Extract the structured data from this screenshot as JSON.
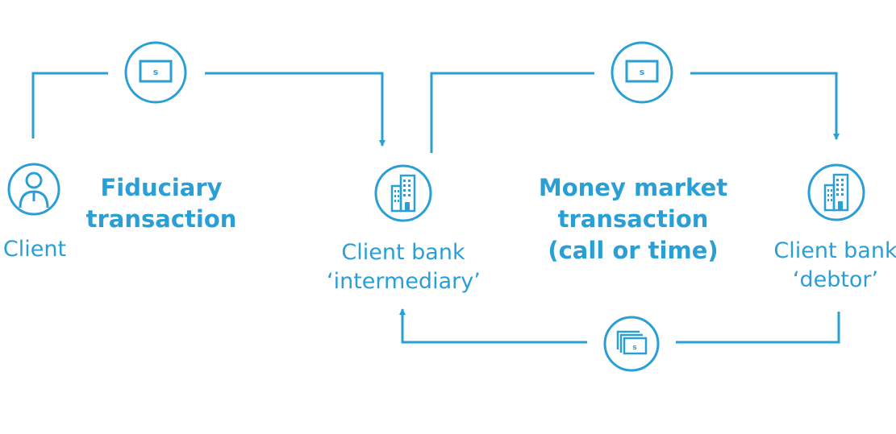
{
  "colors": {
    "accent": "#2a9fd6",
    "background": "#ffffff"
  },
  "nodes": {
    "client": {
      "icon": "person-icon",
      "label": "Client"
    },
    "intermediary": {
      "icon": "bank-building-icon",
      "label_line1": "Client bank",
      "label_line2": "‘intermediary’"
    },
    "debtor": {
      "icon": "bank-building-icon",
      "label_line1": "Client bank",
      "label_line2": "‘debtor’"
    }
  },
  "transactions": {
    "fiduciary": {
      "line1": "Fiduciary",
      "line2": "transaction"
    },
    "money_market": {
      "line1": "Money market",
      "line2": "transaction",
      "line3": "(call or time)"
    }
  },
  "flows": [
    {
      "from": "client",
      "to": "intermediary",
      "icon": "banknote-icon",
      "icon_text": "s"
    },
    {
      "from": "intermediary",
      "to": "debtor",
      "icon": "banknote-icon",
      "icon_text": "s"
    },
    {
      "from": "debtor",
      "to": "intermediary",
      "icon": "stacked-banknotes-icon",
      "icon_text": "s"
    }
  ]
}
